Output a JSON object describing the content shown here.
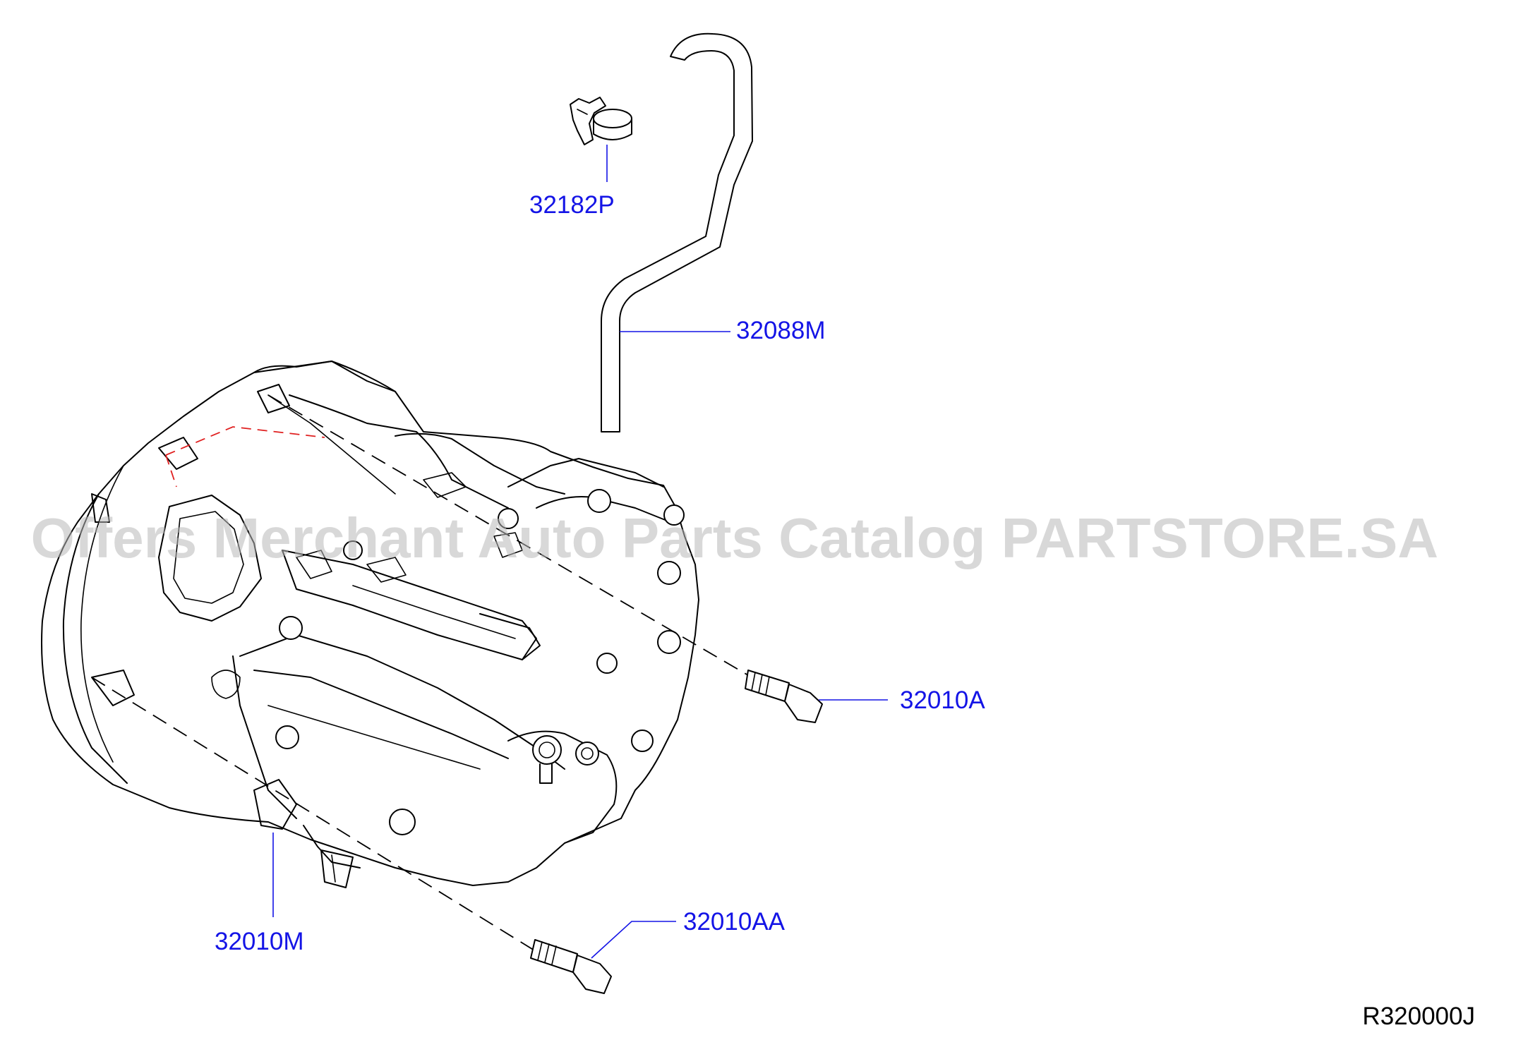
{
  "diagram": {
    "watermark": "Offers Merchant Auto Parts Catalog PARTSTORE.SA",
    "diagram_code": "R320000J",
    "parts": [
      {
        "id": "32182P",
        "label": "32182P"
      },
      {
        "id": "32088M",
        "label": "32088M"
      },
      {
        "id": "32010A",
        "label": "32010A"
      },
      {
        "id": "32010AA",
        "label": "32010AA"
      },
      {
        "id": "32010M",
        "label": "32010M"
      }
    ],
    "colors": {
      "label": "#1414e6",
      "line": "#000000",
      "dash_highlight": "#e02020",
      "watermark": "#b9b9b9"
    }
  }
}
